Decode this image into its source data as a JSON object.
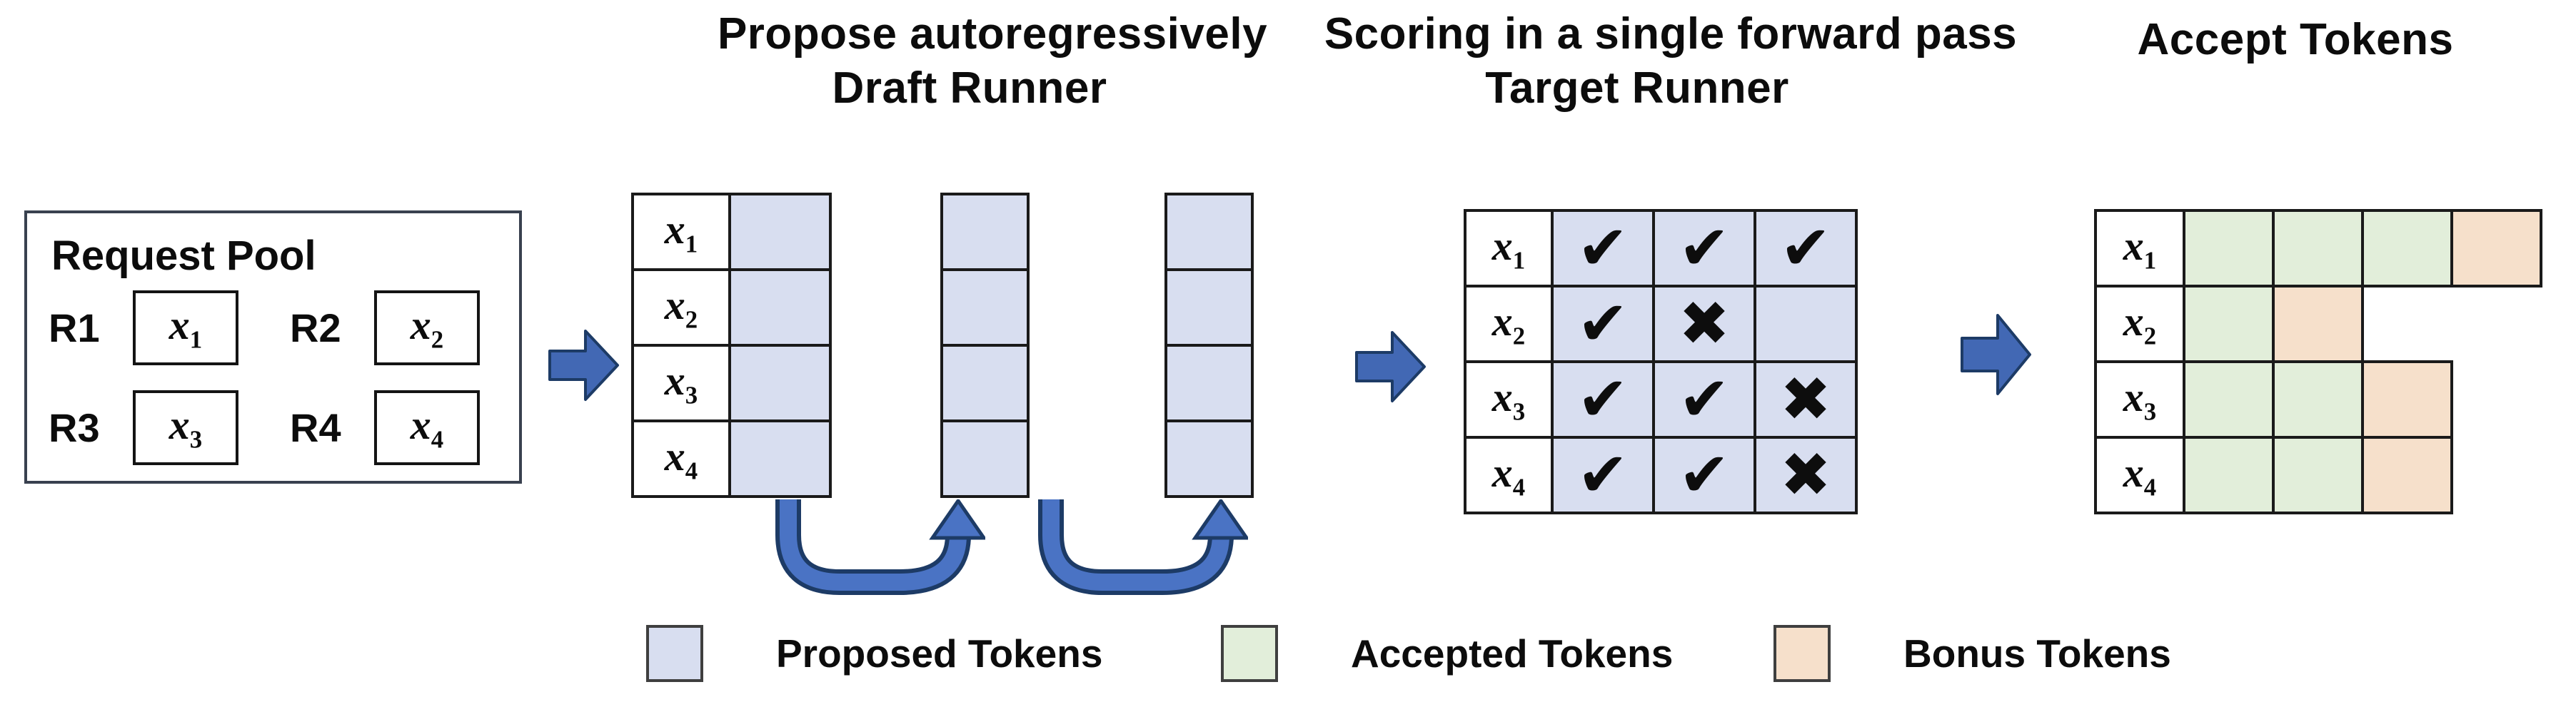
{
  "titles": {
    "draft_heading": "Propose autoregressively",
    "draft_subheading": "Draft Runner",
    "target_heading": "Scoring in a single forward pass",
    "target_subheading": "Target Runner",
    "accept_heading": "Accept Tokens"
  },
  "request_pool": {
    "title": "Request Pool",
    "requests": [
      {
        "label": "R1",
        "base": "x",
        "sub": "1"
      },
      {
        "label": "R2",
        "base": "x",
        "sub": "2"
      },
      {
        "label": "R3",
        "base": "x",
        "sub": "3"
      },
      {
        "label": "R4",
        "base": "x",
        "sub": "4"
      }
    ]
  },
  "row_labels": [
    {
      "base": "x",
      "sub": "1"
    },
    {
      "base": "x",
      "sub": "2"
    },
    {
      "base": "x",
      "sub": "3"
    },
    {
      "base": "x",
      "sub": "4"
    }
  ],
  "draft": {
    "rows": 4,
    "extra_columns": 2
  },
  "target": {
    "scores": [
      [
        "check",
        "check",
        "check"
      ],
      [
        "check",
        "cross",
        "blank"
      ],
      [
        "check",
        "check",
        "cross"
      ],
      [
        "check",
        "check",
        "cross"
      ]
    ]
  },
  "accept": {
    "rows": [
      [
        "accepted",
        "accepted",
        "accepted",
        "bonus"
      ],
      [
        "accepted",
        "bonus"
      ],
      [
        "accepted",
        "accepted",
        "bonus"
      ],
      [
        "accepted",
        "accepted",
        "bonus"
      ]
    ]
  },
  "glyphs": {
    "check": "✔",
    "cross": "✖",
    "blank": ""
  },
  "legend": [
    {
      "type": "proposed",
      "label": "Proposed Tokens"
    },
    {
      "type": "accepted",
      "label": "Accepted Tokens"
    },
    {
      "type": "bonus",
      "label": "Bonus Tokens"
    }
  ],
  "colors": {
    "proposed": "#d8def0",
    "accepted": "#e2eeda",
    "bonus": "#f6e0cb",
    "arrow_fill": "#4268b4",
    "arrow_outline": "#1d3b66",
    "uarrow_fill": "#4a73c4"
  }
}
